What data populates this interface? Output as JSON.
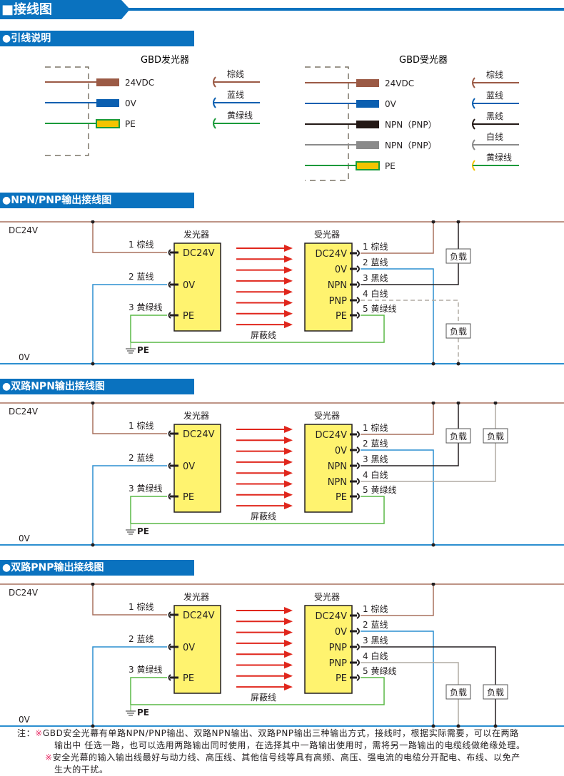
{
  "header": {
    "title": "■接线图"
  },
  "sections": {
    "lead": {
      "title": "●引线说明"
    },
    "npn_pnp": {
      "title": "●NPN/PNP输出接线图"
    },
    "dual_npn": {
      "title": "●双路NPN输出接线图"
    },
    "dual_pnp": {
      "title": "●双路PNP输出接线图"
    }
  },
  "lead_desc": {
    "emitter": {
      "title": "GBD发光器",
      "pins": [
        {
          "label": "24VDC",
          "color": "#9b5a45"
        },
        {
          "label": "0V",
          "color": "#0b5fb0"
        },
        {
          "label": "PE",
          "color": "#f3c400"
        }
      ],
      "legend": [
        {
          "label": "棕线",
          "color": "#9b5a45"
        },
        {
          "label": "蓝线",
          "color": "#0b5fb0"
        },
        {
          "label": "黄绿线",
          "color": "#1a9a3a"
        }
      ]
    },
    "receiver": {
      "title": "GBD受光器",
      "pins": [
        {
          "label": "24VDC",
          "color": "#9b5a45"
        },
        {
          "label": "0V",
          "color": "#0b5fb0"
        },
        {
          "label": "NPN（PNP）",
          "color": "#231815"
        },
        {
          "label": "NPN（PNP）",
          "color": "#8a8a8a"
        },
        {
          "label": "PE",
          "color": "#f3c400"
        }
      ],
      "legend": [
        {
          "label": "棕线",
          "color": "#9b5a45"
        },
        {
          "label": "蓝线",
          "color": "#0b5fb0"
        },
        {
          "label": "黑线",
          "color": "#231815"
        },
        {
          "label": "白线",
          "color": "#8a8a8a"
        },
        {
          "label": "黄绿线",
          "color": "#1a9a3a"
        }
      ]
    }
  },
  "colors": {
    "brown": "#a8705f",
    "blue": "#2c8fd0",
    "green": "#5ab946",
    "black": "#231f20",
    "gray": "#b0aca4",
    "arrow": "#e0261c",
    "box": "#fff36f",
    "header": "#0a72bf"
  },
  "diagrams": [
    {
      "rail_top": "DC24V",
      "rail_bottom": "0V",
      "emitter_title": "发光器",
      "receiver_title": "受光器",
      "emitter_pins": [
        "DC24V",
        "0V",
        "PE"
      ],
      "emitter_wires": [
        "1 棕线",
        "2 蓝线",
        "3 黄绿线"
      ],
      "receiver_pins": [
        "DC24V",
        "0V",
        "NPN",
        "PNP",
        "PE"
      ],
      "receiver_wires": [
        "1 棕线",
        "2 蓝线",
        "3 黑线",
        "4 白线",
        "5 黄绿线"
      ],
      "shield_label": "屏蔽线",
      "ground_label": "PE",
      "load_label": "负载",
      "arrow_count": 8
    },
    {
      "rail_top": "DC24V",
      "rail_bottom": "0V",
      "emitter_title": "发光器",
      "receiver_title": "受光器",
      "emitter_pins": [
        "DC24V",
        "0V",
        "PE"
      ],
      "emitter_wires": [
        "1 棕线",
        "2 蓝线",
        "3 黄绿线"
      ],
      "receiver_pins": [
        "DC24V",
        "0V",
        "NPN",
        "NPN",
        "PE"
      ],
      "receiver_wires": [
        "1 棕线",
        "2 蓝线",
        "3 黑线",
        "4 白线",
        "5 黄绿线"
      ],
      "shield_label": "屏蔽线",
      "ground_label": "PE",
      "load_label": "负载",
      "arrow_count": 8
    },
    {
      "rail_top": "DC24V",
      "rail_bottom": "0V",
      "emitter_title": "发光器",
      "receiver_title": "受光器",
      "emitter_pins": [
        "DC24V",
        "0V",
        "PE"
      ],
      "emitter_wires": [
        "1 棕线",
        "2 蓝线",
        "3 黄绿线"
      ],
      "receiver_pins": [
        "DC24V",
        "0V",
        "PNP",
        "PNP",
        "PE"
      ],
      "receiver_wires": [
        "1 棕线",
        "2 蓝线",
        "3 黑线",
        "4 白线",
        "5 黄绿线"
      ],
      "shield_label": "屏蔽线",
      "ground_label": "PE",
      "load_label": "负载",
      "arrow_count": 8
    }
  ],
  "notes": {
    "prefix": "注：",
    "mark": "※",
    "note1_a": "GBD安全光幕有单路NPN/PNP输出、双路NPN输出、双路PNP输出三种输出方式，接线时，根据实际需要，可以在两路",
    "note1_b": "输出中 任选一路，也可以选用两路输出同时使用，在选择其中一路输出使用时，需将另一路输出的电缆线做绝缘处理。",
    "note2_a": "安全光幕的输入输出线最好与动力线、高压线、其他信号线等具有高频、高压、强电流的电缆分开配电、布线、以免产",
    "note2_b": "生大的干扰。"
  }
}
